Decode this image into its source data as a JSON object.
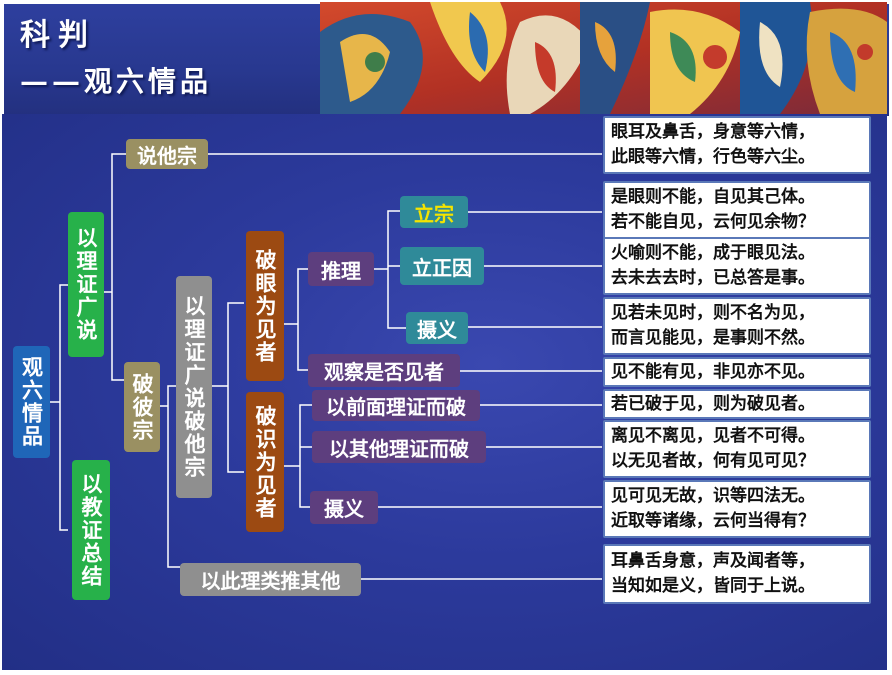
{
  "header": {
    "title": "科判",
    "subtitle": "——观六情品"
  },
  "colors": {
    "header_bg": "#2e3f9e",
    "body_bg": "#2c3a9c",
    "olive": "#9a9062",
    "green": "#27b14a",
    "blue": "#1f66b8",
    "gray": "#8f8f8f",
    "brown": "#9c4a12",
    "purple": "#5d3e7e",
    "teal": "#2f8a99",
    "accent_yellow": "#f5e400"
  },
  "tree": {
    "root": "观六情品",
    "l1_a": "以理证广说",
    "l1_b": "以教证总结",
    "l2_a": "说他宗",
    "l2_b": "破彼宗",
    "l3_a": "以理证广说破他宗",
    "l3_b": "以此理类推其他",
    "l4_a": "破眼为见者",
    "l4_b": "破识为见者",
    "l5_a": "推理",
    "l5_b": "观察是否见者",
    "l5_c": "以前面理证而破",
    "l5_d": "以其他理证而破",
    "l5_e": "摄义",
    "l6_a": "立宗",
    "l6_b": "立正因",
    "l6_c": "摄义"
  },
  "verses": [
    {
      "line1": "眼耳及鼻舌，身意等六情，",
      "line2": "此眼等六情，行色等六尘。"
    },
    {
      "line1": "是眼则不能，自见其己体。",
      "line2": "若不能自见，云何见余物？"
    },
    {
      "line1": "火喻则不能，成于眼见法。",
      "line2": "去未去去时，已总答是事。"
    },
    {
      "line1": "见若未见时，则不名为见，",
      "line2": "而言见能见，是事则不然。"
    },
    {
      "line1": "见不能有见，非见亦不见。",
      "line2": ""
    },
    {
      "line1": "若已破于见，则为破见者。",
      "line2": ""
    },
    {
      "line1": "离见不离见，见者不可得。",
      "line2": "以无见者故，何有见可见？"
    },
    {
      "line1": "见可见无故，识等四法无。",
      "line2": "近取等诸缘，云何当得有？"
    },
    {
      "line1": "耳鼻舌身意，声及闻者等，",
      "line2": "当知如是义，皆同于上说。"
    }
  ]
}
